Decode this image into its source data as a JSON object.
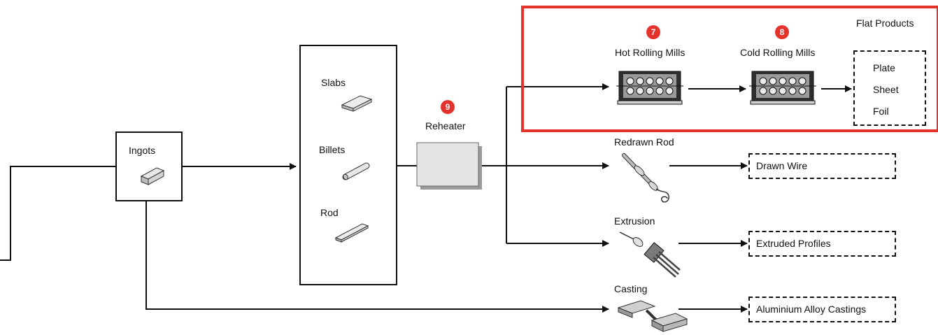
{
  "diagram": {
    "ingots": {
      "label": "Ingots"
    },
    "semi_products": {
      "slabs": "Slabs",
      "billets": "Billets",
      "rod": "Rod"
    },
    "reheater": {
      "step": "9",
      "label": "Reheater"
    },
    "flat_products": {
      "title": "Flat Products",
      "hot_rolling": {
        "step": "7",
        "label": "Hot Rolling Mills"
      },
      "cold_rolling": {
        "step": "8",
        "label": "Cold Rolling Mills"
      },
      "outputs": [
        "Plate",
        "Sheet",
        "Foil"
      ],
      "highlight_color": "#e4332c"
    },
    "redrawn_rod": {
      "label": "Redrawn Rod",
      "output": "Drawn Wire"
    },
    "extrusion": {
      "label": "Extrusion",
      "output": "Extruded Profiles"
    },
    "casting": {
      "label": "Casting",
      "output": "Aluminium Alloy Castings"
    }
  }
}
